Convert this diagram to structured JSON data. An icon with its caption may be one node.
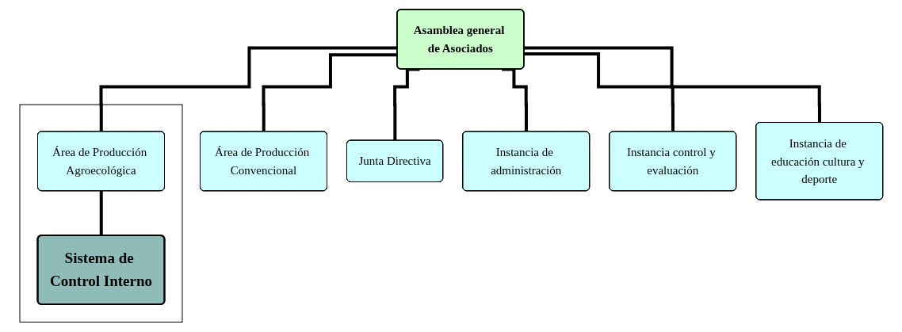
{
  "diagram": {
    "nodes": [
      {
        "text": [
          "Asamblea general de Asociados"
        ]
      },
      {
        "text": [],
        "shape": "box"
      },
      {
        "text": [
          "Área de Producción Agroecológica"
        ],
        "in": 1
      },
      {
        "text": [
          "Sistema de Control Interno"
        ],
        "in": 1
      },
      {
        "text": [
          "Área de Producción Convencional"
        ]
      },
      {
        "text": [
          "Junta Directiva"
        ]
      },
      {
        "text": [
          "Instancia de administración"
        ]
      },
      {
        "text": [
          "Instancia control y evaluación"
        ]
      },
      {
        "text": [
          "Instancia de educación cultura y deporte"
        ]
      }
    ],
    "edges": [
      {
        "from": 0,
        "to": 2,
        "arrow": "none"
      },
      {
        "from": 0,
        "to": 4,
        "arrow": "none"
      },
      {
        "from": 0,
        "to": 5,
        "arrow": "none"
      },
      {
        "from": 0,
        "to": 6,
        "arrow": "none"
      },
      {
        "from": 0,
        "to": 7,
        "arrow": "none"
      },
      {
        "from": 0,
        "to": 8,
        "arrow": "none"
      },
      {
        "from": 2,
        "to": 3,
        "arrow": "none"
      }
    ]
  }
}
